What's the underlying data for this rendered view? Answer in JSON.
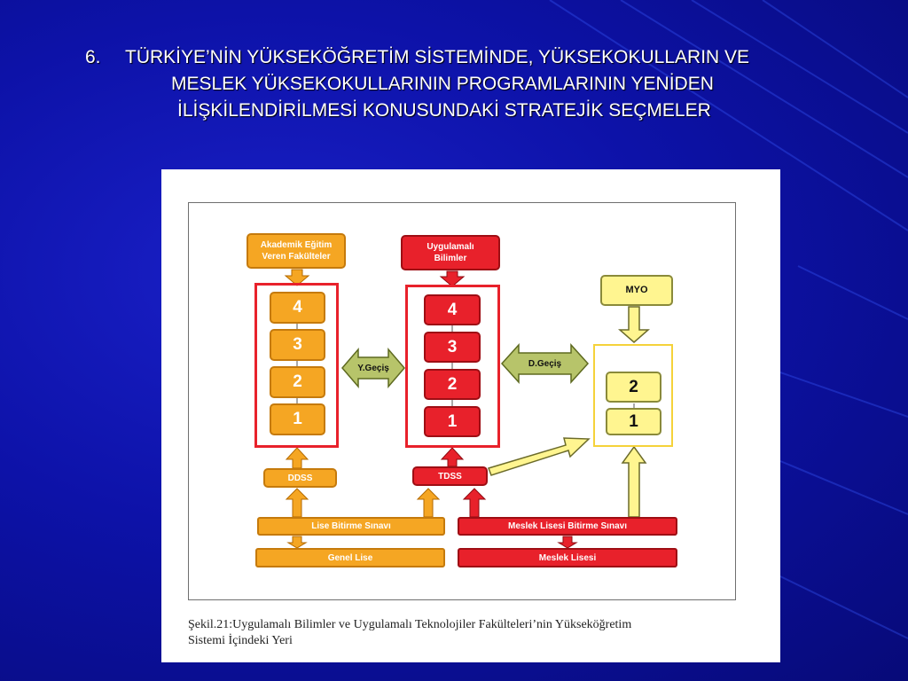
{
  "title": {
    "number": "6.",
    "line1": "TÜRKİYE’NİN YÜKSEKÖĞRETİM SİSTEMİNDE, YÜKSEKOKULLARIN VE",
    "line2": "MESLEK YÜKSEKOKULLARININ PROGRAMLARININ YENİDEN",
    "line3": "İLİŞKİLENDİRİLMESİ KONUSUNDAKİ STRATEJİK SEÇMELER"
  },
  "diagram": {
    "academic": {
      "line1": "Akademik Eğitim",
      "line2": "Veren Fakülteler",
      "steps": [
        "4",
        "3",
        "2",
        "1"
      ],
      "exam": "DDSS"
    },
    "applied": {
      "line1": "Uygulamalı",
      "line2": "Bilimler",
      "steps": [
        "4",
        "3",
        "2",
        "1"
      ],
      "exam": "TDSS"
    },
    "myo": {
      "label": "MYO",
      "steps": [
        "2",
        "1"
      ]
    },
    "y_gecis": "Y.Geçiş",
    "d_gecis": "D.Geçiş",
    "lise_exam": "Lise Bitirme Sınavı",
    "genel_lise": "Genel  Lise",
    "meslek_exam": "Meslek Lisesi Bitirme Sınavı",
    "meslek_lise": "Meslek Lisesi"
  },
  "caption": {
    "line1": "Şekil.21:Uygulamalı Bilimler ve Uygulamalı Teknolojiler Fakülteleri’nin Yükseköğretim",
    "line2": "Sistemi İçindeki Yeri"
  },
  "colors": {
    "background": "#0d12a8",
    "orange": "#f5a623",
    "red": "#e8212b",
    "yellow": "#fff590"
  }
}
